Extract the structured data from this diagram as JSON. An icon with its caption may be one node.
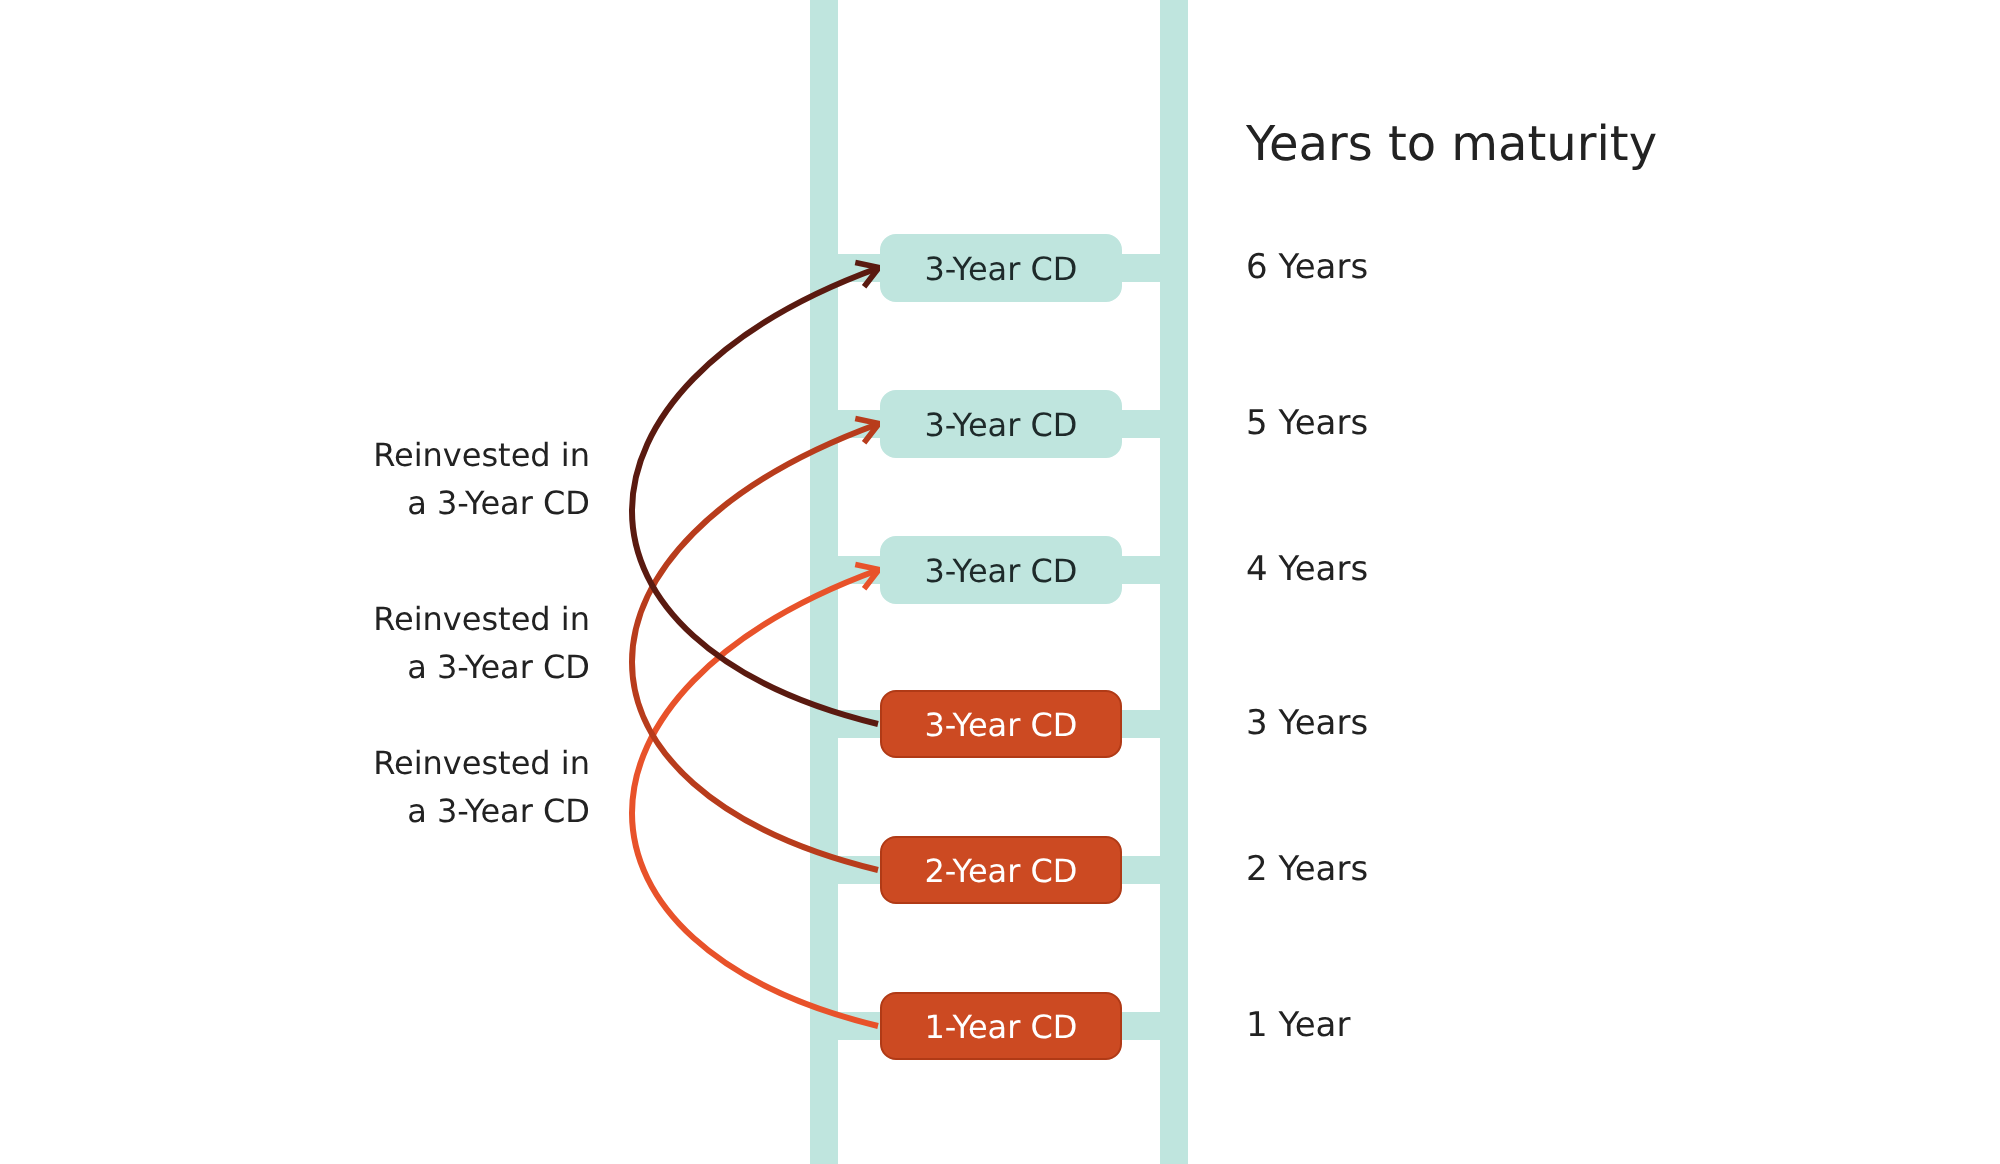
{
  "diagram": {
    "nodes": [
      {
        "text": [
          "3-Year CD"
        ],
        "beside": [
          "6 Years"
        ]
      },
      {
        "text": [
          "3-Year CD"
        ],
        "beside": [
          "5 Years"
        ]
      },
      {
        "text": [
          "3-Year CD"
        ],
        "beside": [
          "4 Years"
        ]
      },
      {
        "text": [
          "3-Year CD"
        ],
        "beside": [
          "3 Years"
        ]
      },
      {
        "text": [
          "2-Year CD"
        ],
        "beside": [
          "2 Years"
        ]
      },
      {
        "text": [
          "1-Year CD"
        ],
        "beside": [
          "1 Year"
        ]
      }
    ],
    "edges": [
      {
        "from": 5,
        "to": 2,
        "arrow": "to",
        "label": "Reinvested in a 3-Year CD",
        "color": "#e8522a"
      },
      {
        "from": 4,
        "to": 1,
        "arrow": "to",
        "label": "Reinvested in a 3-Year CD",
        "color": "#b83c1c"
      },
      {
        "from": 3,
        "to": 0,
        "arrow": "to",
        "label": "Reinvested in a 3-Year CD",
        "color": "#5a1a10"
      }
    ],
    "labels": [
      "Years to maturity"
    ]
  }
}
